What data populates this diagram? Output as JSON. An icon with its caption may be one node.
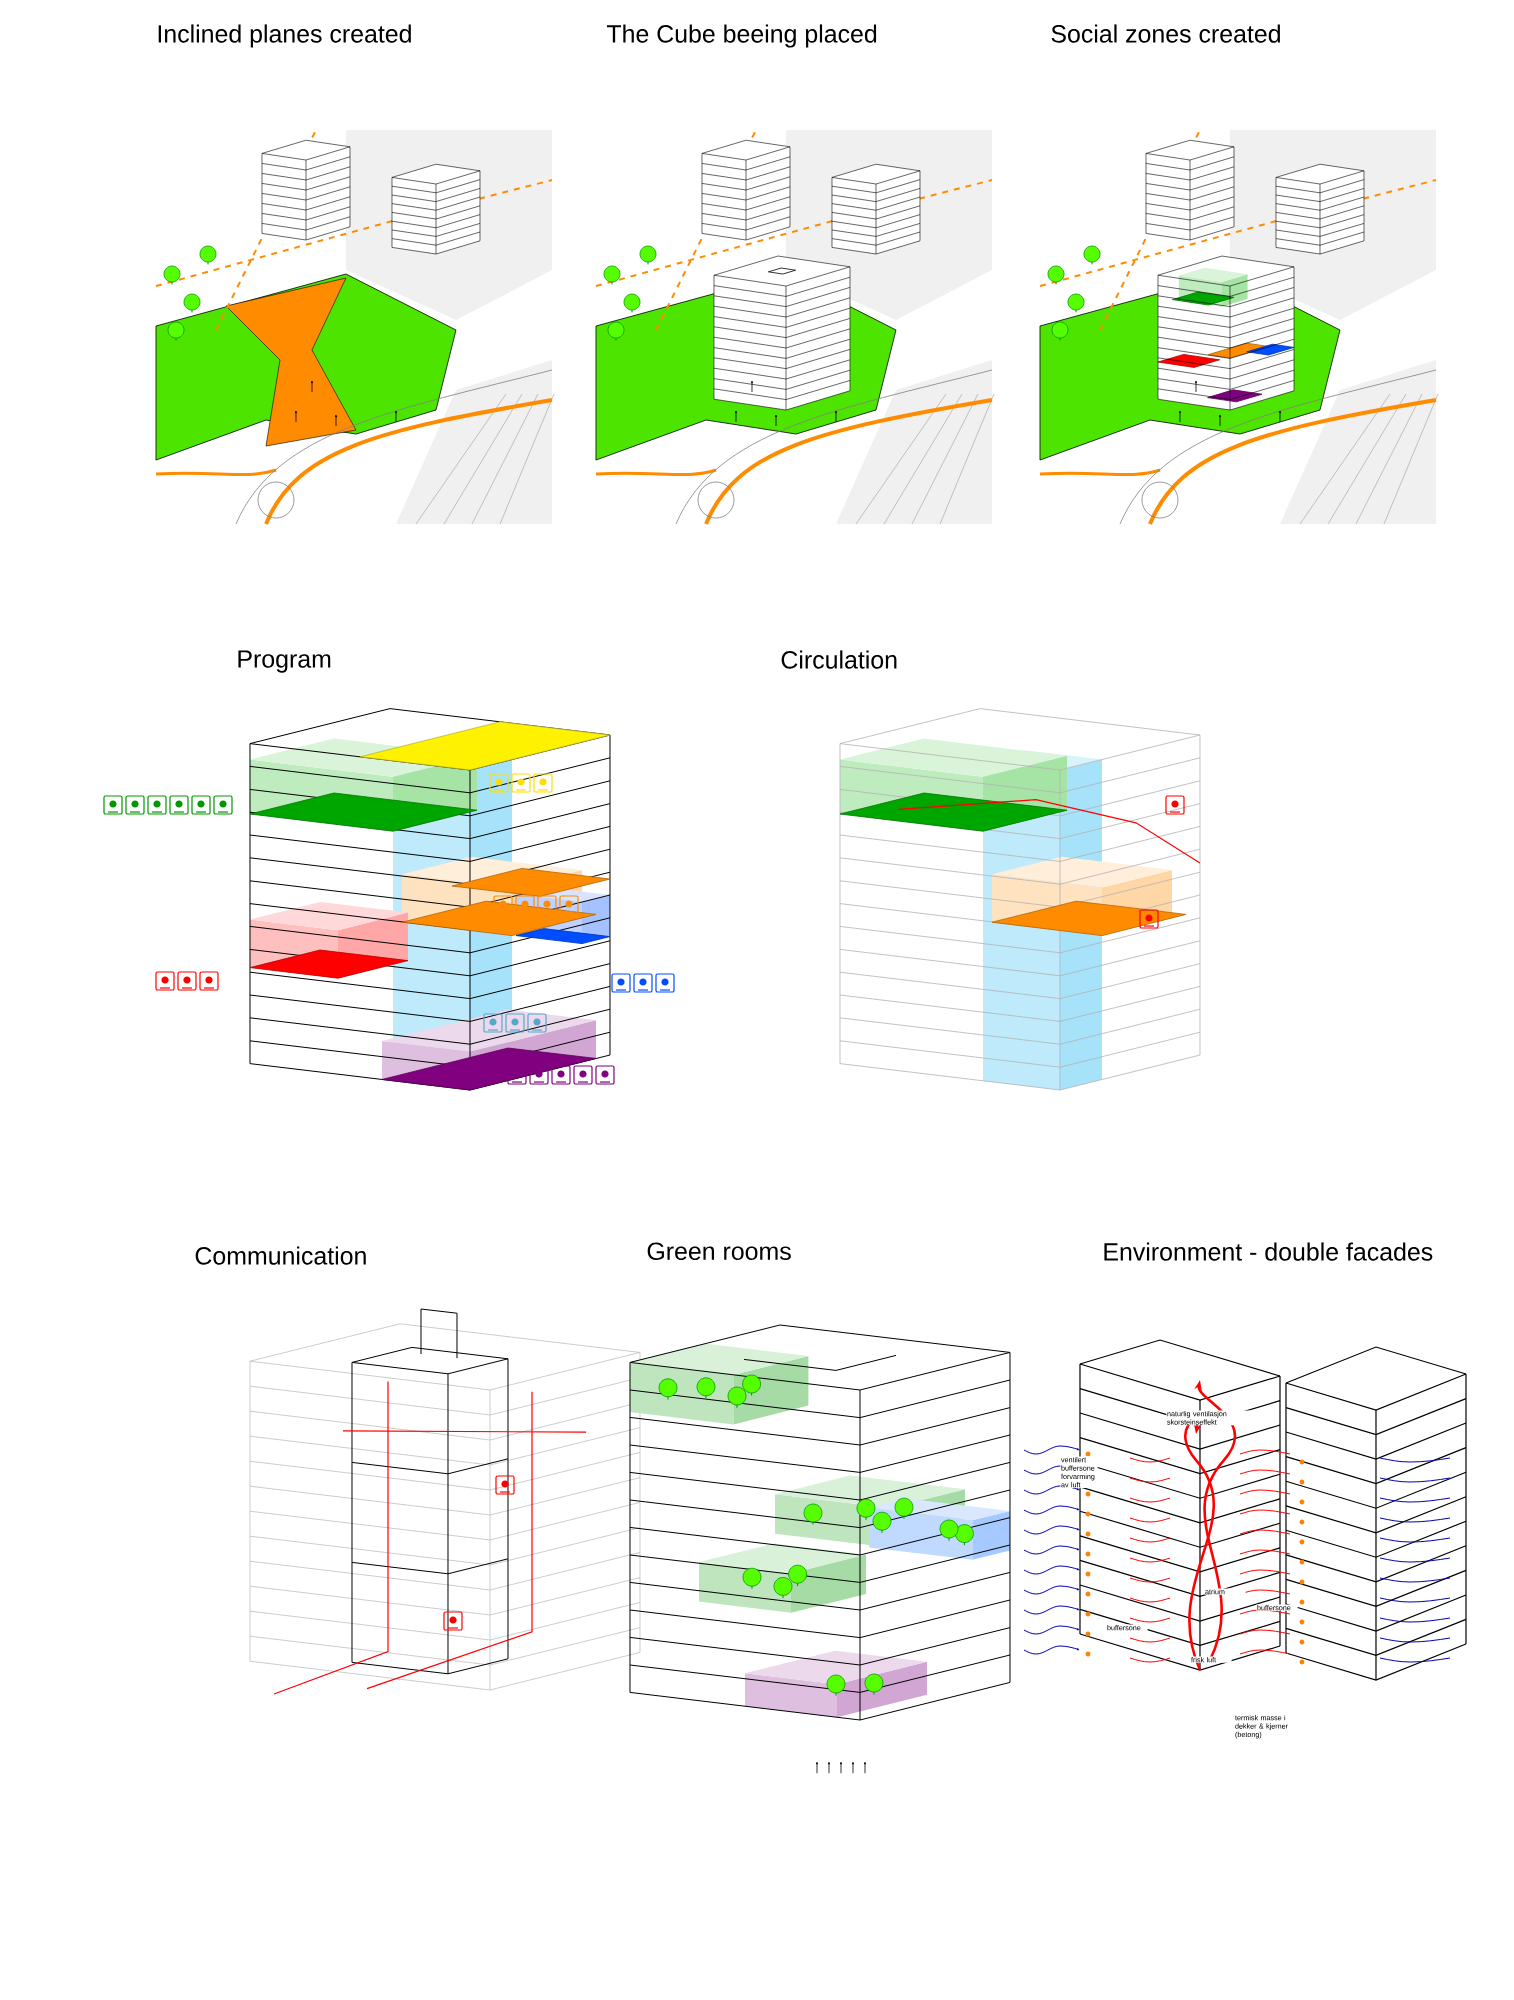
{
  "diagram": {
    "labels": [
      "Inclined planes created",
      "The Cube beeing placed",
      "Social zones created",
      "Program",
      "Circulation",
      "Communication",
      "Green rooms",
      "Environment - double facades",
      "naturlig ventilasjon skorsteinseffekt",
      "ventilert buffersone forvarming av luft",
      "atrium",
      "buffersone",
      "buffersone",
      "frisk luft",
      "termisk masse i dekker & kjerner (betong)"
    ]
  }
}
